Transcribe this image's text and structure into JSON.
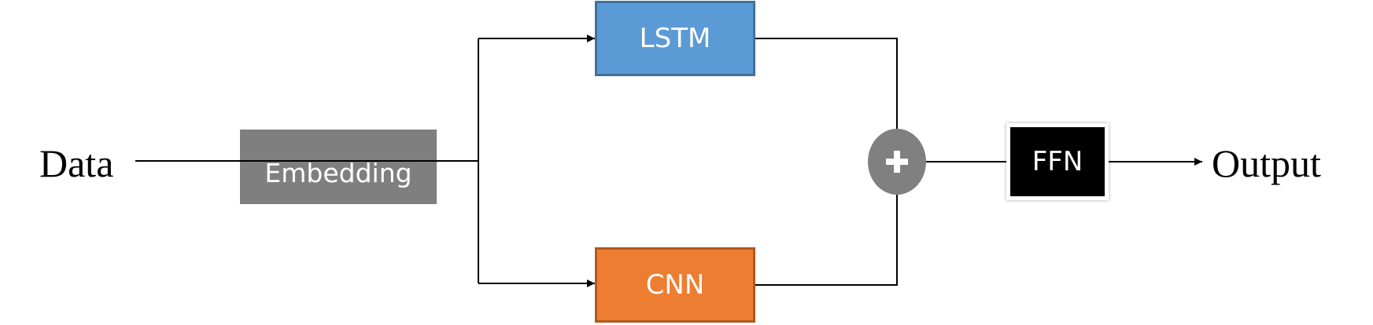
{
  "diagram": {
    "input_label": "Data",
    "output_label": "Output",
    "nodes": {
      "embedding": {
        "label": "Embedding",
        "fill": "#7f7f7f"
      },
      "lstm": {
        "label": "LSTM",
        "fill": "#5b9bd5"
      },
      "cnn": {
        "label": "CNN",
        "fill": "#ed7d31"
      },
      "add": {
        "icon": "plus-icon",
        "fill": "#808080"
      },
      "ffn": {
        "label": "FFN",
        "fill": "#000000"
      }
    },
    "edges": [
      {
        "from": "input",
        "to": "embedding"
      },
      {
        "from": "embedding",
        "to": "lstm"
      },
      {
        "from": "embedding",
        "to": "cnn"
      },
      {
        "from": "lstm",
        "to": "add"
      },
      {
        "from": "cnn",
        "to": "add"
      },
      {
        "from": "add",
        "to": "ffn"
      },
      {
        "from": "ffn",
        "to": "output"
      }
    ]
  }
}
